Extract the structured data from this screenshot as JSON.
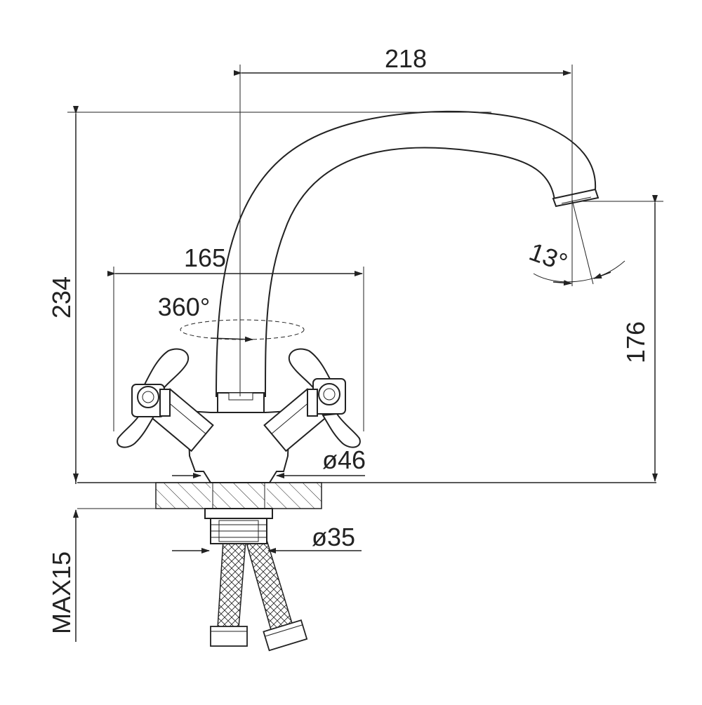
{
  "dimensions": {
    "spout_reach": "218",
    "total_height": "234",
    "handles_width": "165",
    "rotation": "360°",
    "spout_height": "176",
    "spout_angle": "13°",
    "base_diameter": "ø46",
    "thread_diameter": "ø35",
    "max_mount_thickness": "MAX15"
  },
  "colors": {
    "line": "#222222",
    "background": "#ffffff"
  }
}
